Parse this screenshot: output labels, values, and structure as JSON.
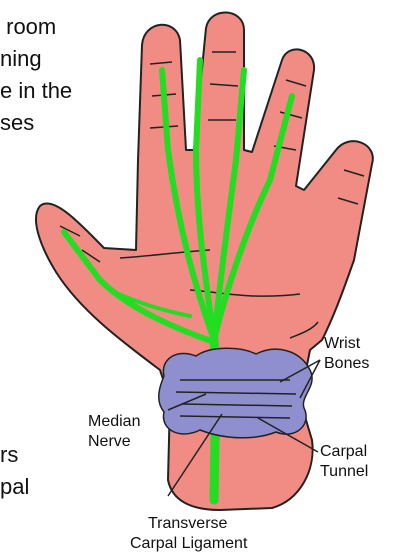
{
  "side_text": {
    "top_lines": [
      " room",
      "ning",
      "e in the",
      "ses"
    ],
    "bottom_lines": [
      "rs",
      "pal"
    ]
  },
  "labels": {
    "wrist_bones": [
      "Wrist",
      "Bones"
    ],
    "median_nerve": [
      "Median",
      "Nerve"
    ],
    "carpal_tunnel": [
      "Carpal",
      "Tunnel"
    ],
    "transverse_carpal_ligament": [
      "Transverse",
      "Carpal Ligament"
    ]
  },
  "colors": {
    "skin": "#f08c84",
    "outline": "#222222",
    "nerve": "#22dd22",
    "bones": "#8f8fd0",
    "background": "#ffffff"
  }
}
